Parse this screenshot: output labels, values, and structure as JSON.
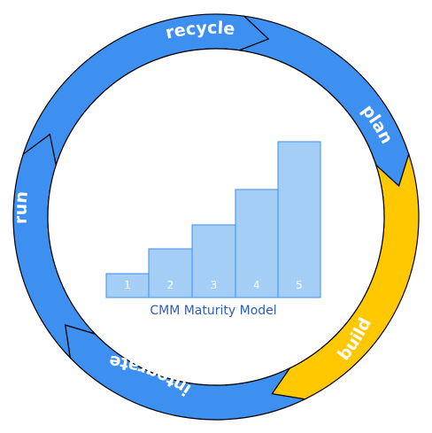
{
  "cycle": {
    "segments": [
      {
        "key": "recycle",
        "label": "recycle",
        "color": "#3d8ff0"
      },
      {
        "key": "plan",
        "label": "plan",
        "color": "#3d8ff0"
      },
      {
        "key": "build",
        "label": "build",
        "color": "#ffc800"
      },
      {
        "key": "integrate",
        "label": "integrate",
        "color": "#3d8ff0"
      },
      {
        "key": "run",
        "label": "run",
        "color": "#3d8ff0"
      }
    ],
    "outline_color": "#000000"
  },
  "maturity": {
    "title": "CMM Maturity Model",
    "levels": [
      "1",
      "2",
      "3",
      "4",
      "5"
    ],
    "bar_color": "#a5cef7",
    "bar_stroke": "#3d8ff0"
  }
}
